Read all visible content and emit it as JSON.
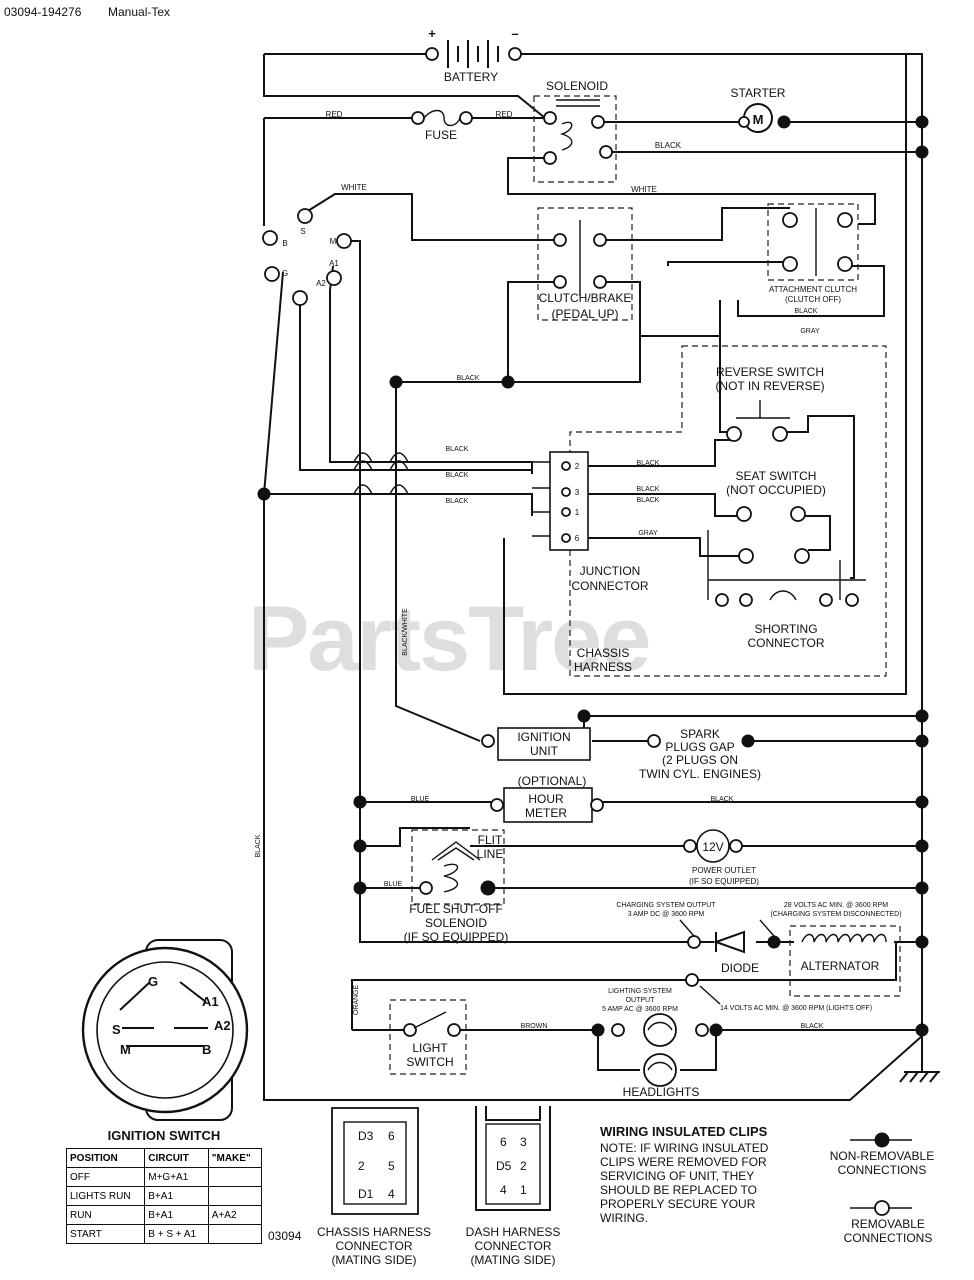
{
  "header": {
    "doc_id": "03094-194276",
    "doc_source": "Manual-Tex"
  },
  "watermark": "PartsTree",
  "figure_code": "03094",
  "components": {
    "battery": "BATTERY",
    "battery_plus": "+",
    "battery_minus": "–",
    "solenoid": "SOLENOID",
    "starter": "STARTER",
    "starter_symbol": "M",
    "fuse": "FUSE",
    "clutch_brake": [
      "CLUTCH/BRAKE",
      "(PEDAL UP)"
    ],
    "attachment_clutch": [
      "ATTACHMENT CLUTCH",
      "(CLUTCH OFF)"
    ],
    "reverse_switch": [
      "REVERSE SWITCH",
      "(NOT IN REVERSE)"
    ],
    "seat_switch": [
      "SEAT SWITCH",
      "(NOT OCCUPIED)"
    ],
    "junction_connector": [
      "JUNCTION",
      "CONNECTOR"
    ],
    "chassis_harness": [
      "CHASSIS",
      "HARNESS"
    ],
    "shorting_connector": [
      "SHORTING",
      "CONNECTOR"
    ],
    "ignition_unit": [
      "IGNITION",
      "UNIT"
    ],
    "spark_plugs": [
      "SPARK",
      "PLUGS GAP",
      "(2 PLUGS ON",
      "TWIN CYL. ENGINES)"
    ],
    "hour_meter": [
      "(OPTIONAL)",
      "HOUR",
      "METER"
    ],
    "flit_line": [
      "FLIT",
      "LINE"
    ],
    "power_outlet": [
      "POWER OUTLET",
      "(IF SO EQUIPPED)"
    ],
    "power_outlet_symbol": "12V",
    "fuel_solenoid": [
      "FUEL SHUT-OFF",
      "SOLENOID",
      "(IF SO EQUIPPED)"
    ],
    "charging_output": [
      "CHARGING SYSTEM OUTPUT",
      "3 AMP DC @ 3600 RPM"
    ],
    "charging_disconnected": [
      "28 VOLTS AC MIN. @ 3600 RPM",
      "(CHARGING SYSTEM DISCONNECTED)"
    ],
    "diode": "DIODE",
    "alternator": "ALTERNATOR",
    "lighting_output": [
      "LIGHTING SYSTEM",
      "OUTPUT",
      "5 AMP AC @ 3600 RPM"
    ],
    "lighting_min": "14 VOLTS AC MIN. @ 3600 RPM (LIGHTS OFF)",
    "light_switch": [
      "LIGHT",
      "SWITCH"
    ],
    "headlights": "HEADLIGHTS",
    "ignition_terminals": [
      "S",
      "B",
      "M",
      "G",
      "A1",
      "A2"
    ],
    "junction_pins": [
      "2",
      "3",
      "1",
      "6"
    ]
  },
  "wire_colors": {
    "red": "RED",
    "black": "BLACK",
    "white": "WHITE",
    "gray": "GRAY",
    "blue": "BLUE",
    "brown": "BROWN",
    "orange": "ORANGE",
    "black_white": "BLACK/WHITE"
  },
  "ignition_switch": {
    "title": "IGNITION SWITCH",
    "letters": [
      "G",
      "A1",
      "A2",
      "S",
      "M",
      "B"
    ],
    "table": {
      "headers": [
        "POSITION",
        "CIRCUIT",
        "\"MAKE\""
      ],
      "rows": [
        [
          "OFF",
          "M+G+A1",
          ""
        ],
        [
          "LIGHTS RUN",
          "B+A1",
          ""
        ],
        [
          "RUN",
          "B+A1",
          "A+A2"
        ],
        [
          "START",
          "B + S + A1",
          ""
        ]
      ]
    }
  },
  "connectors": {
    "chassis": {
      "label": [
        "CHASSIS HARNESS",
        "CONNECTOR",
        "(MATING SIDE)"
      ],
      "pins": [
        "D3",
        "6",
        "2",
        "5",
        "D1",
        "4"
      ]
    },
    "dash": {
      "label": [
        "DASH HARNESS",
        "CONNECTOR",
        "(MATING SIDE)"
      ],
      "pins": [
        "6",
        "3",
        "D5",
        "2",
        "4",
        "1"
      ]
    }
  },
  "notes": {
    "title": "WIRING INSULATED CLIPS",
    "lines": [
      "NOTE: IF WIRING INSULATED",
      "CLIPS WERE REMOVED FOR",
      "SERVICING OF UNIT, THEY",
      "SHOULD BE REPLACED TO",
      "PROPERLY SECURE YOUR",
      "WIRING."
    ]
  },
  "legend": {
    "non_removable": [
      "NON-REMOVABLE",
      "CONNECTIONS"
    ],
    "removable": [
      "REMOVABLE",
      "CONNECTIONS"
    ]
  }
}
